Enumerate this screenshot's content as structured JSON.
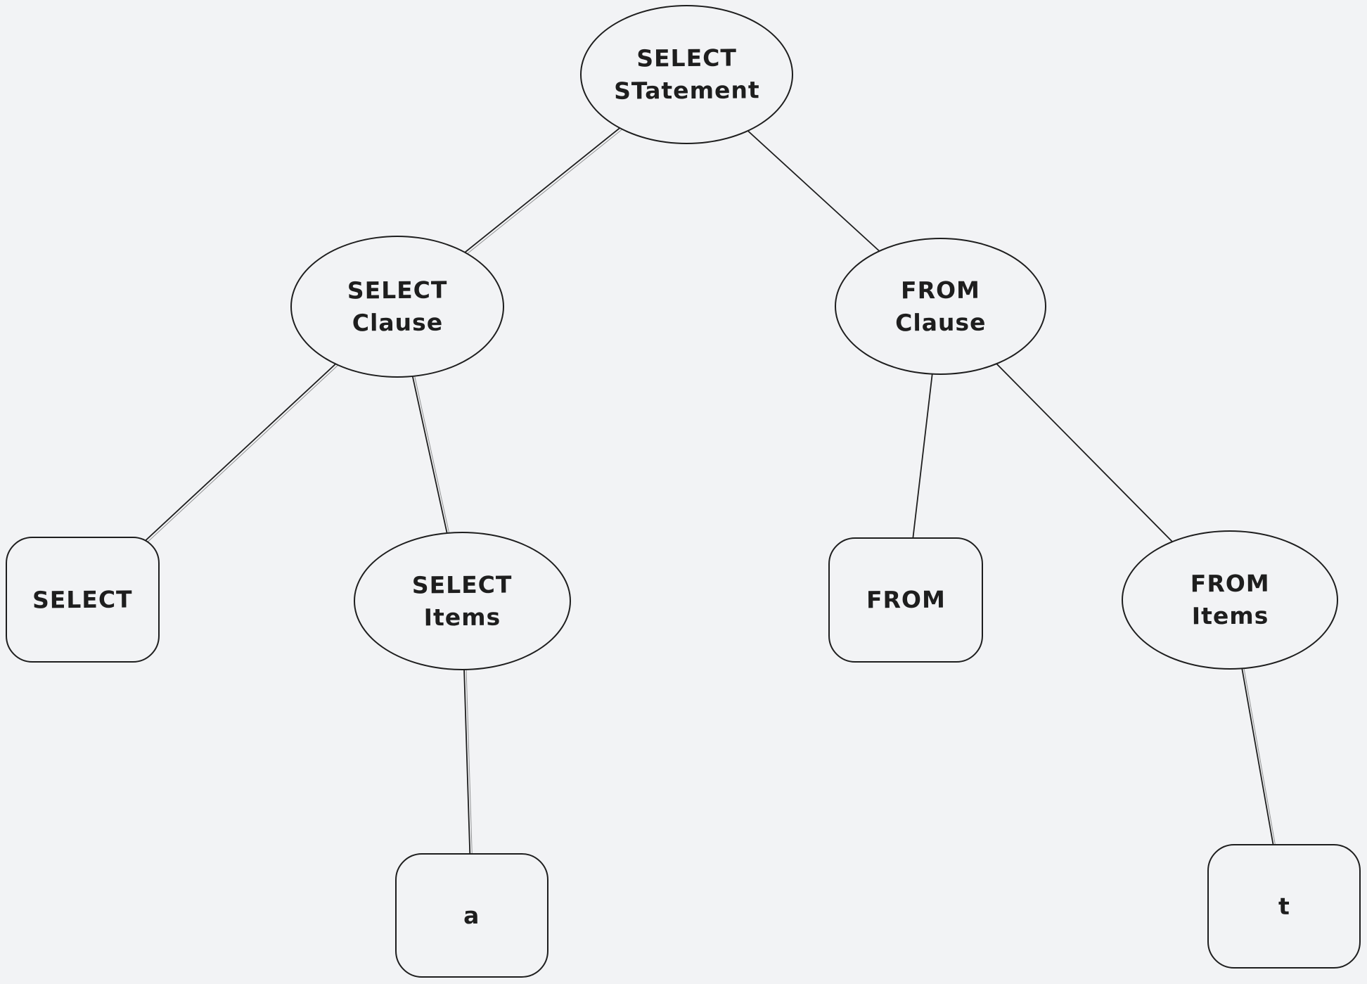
{
  "diagram": {
    "type": "tree",
    "description": "Hand-drawn parse tree of a SQL SELECT statement",
    "colors": {
      "background": "#f2f3f5",
      "stroke": "#1e1e1e"
    },
    "nodes": [
      {
        "id": "select-statement",
        "shape": "ellipse",
        "label": "SELECT\nSTatement"
      },
      {
        "id": "select-clause",
        "shape": "ellipse",
        "label": "SELECT\nClause"
      },
      {
        "id": "from-clause",
        "shape": "ellipse",
        "label": "FROM\nClause"
      },
      {
        "id": "select-keyword",
        "shape": "rectangle",
        "label": "SELECT"
      },
      {
        "id": "select-items",
        "shape": "ellipse",
        "label": "SELECT\nItems"
      },
      {
        "id": "from-keyword",
        "shape": "rectangle",
        "label": "FROM"
      },
      {
        "id": "from-items",
        "shape": "ellipse",
        "label": "FROM\nItems"
      },
      {
        "id": "a-leaf",
        "shape": "rectangle",
        "label": "a"
      },
      {
        "id": "t-leaf",
        "shape": "rectangle",
        "label": "t"
      }
    ],
    "edges": [
      {
        "from": "select-statement",
        "to": "select-clause"
      },
      {
        "from": "select-statement",
        "to": "from-clause"
      },
      {
        "from": "select-clause",
        "to": "select-keyword"
      },
      {
        "from": "select-clause",
        "to": "select-items"
      },
      {
        "from": "from-clause",
        "to": "from-keyword"
      },
      {
        "from": "from-clause",
        "to": "from-items"
      },
      {
        "from": "select-items",
        "to": "a-leaf"
      },
      {
        "from": "from-items",
        "to": "t-leaf"
      }
    ]
  }
}
